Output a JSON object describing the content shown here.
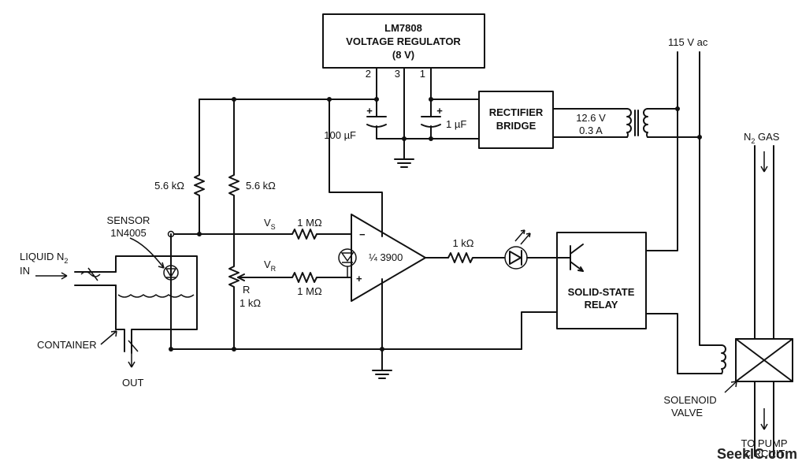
{
  "regulator": {
    "name": "LM7808",
    "desc": "VOLTAGE REGULATOR",
    "volt": "(8 V)",
    "pins": [
      "2",
      "3",
      "1"
    ]
  },
  "caps": {
    "c1": "100 µF",
    "c2": "1 µF",
    "plus": "+"
  },
  "rectifier": {
    "line1": "RECTIFIER",
    "line2": "BRIDGE"
  },
  "transformer": {
    "volt": "12.6 V",
    "amp": "0.3 A"
  },
  "ac_in": "115 V ac",
  "resistors": {
    "r1": "5.6 kΩ",
    "r2": "5.6 kΩ",
    "rin1": "1 MΩ",
    "rin2": "1 MΩ",
    "rout": "1 kΩ",
    "pot_name": "R",
    "pot_val": "1 kΩ"
  },
  "signals": {
    "vs": "V",
    "vs_sub": "S",
    "vr": "V",
    "vr_sub": "R"
  },
  "opamp": {
    "label": "¼ 3900",
    "minus": "−",
    "plus": "+"
  },
  "sensor": {
    "line1": "SENSOR",
    "line2": "1N4005"
  },
  "liquid": {
    "line1": "LIQUID N",
    "sub": "2",
    "line2": "IN"
  },
  "container": "CONTAINER",
  "out": "OUT",
  "relay": {
    "line1": "SOLID-STATE",
    "line2": "RELAY"
  },
  "gas": {
    "label": "N",
    "sub": "2",
    "rest": " GAS"
  },
  "valve": {
    "line1": "SOLENOID",
    "line2": "VALVE"
  },
  "pump": {
    "line1": "TO PUMP",
    "line2": "CIRCUIT"
  },
  "watermark": "SeekIC.com"
}
